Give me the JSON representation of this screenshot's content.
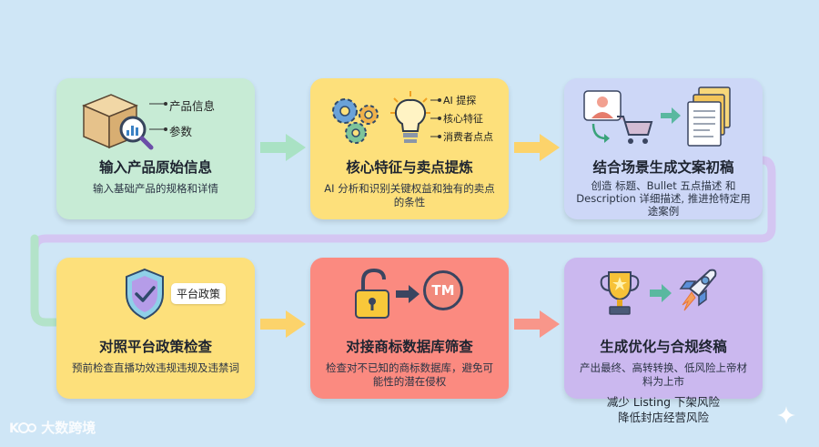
{
  "steps": [
    {
      "title": "输入产品原始信息",
      "desc": "输入基础产品的规格和详情",
      "tags": [
        "产品信息",
        "参数"
      ]
    },
    {
      "title": "核心特征与卖点提炼",
      "desc": "AI 分析和识别关键权益和独有的卖点的条性",
      "tags": [
        "AI 提探",
        "核心特征",
        "消费者点点"
      ]
    },
    {
      "title": "结合场景生成文案初稿",
      "desc": "创造 标题、Bullet 五点描述 和 Description 详细描述, 推进抢特定用途案例"
    },
    {
      "title": "对照平台政策检查",
      "desc": "预前检查直播功效违规违规及违禁词",
      "tag": "平台政策"
    },
    {
      "title": "对接商标数据库筛查",
      "desc": "检查对不已知的商标数据库，避免可能性的潜在侵权",
      "icon_text": "TM"
    },
    {
      "title": "生成优化与合规终稿",
      "desc": "产出最终、高转转换、低风险上帝材料为上市"
    }
  ],
  "footer": [
    "减少 Listing 下架风险",
    "降低封店经营风险"
  ],
  "watermark": "大数跨境"
}
